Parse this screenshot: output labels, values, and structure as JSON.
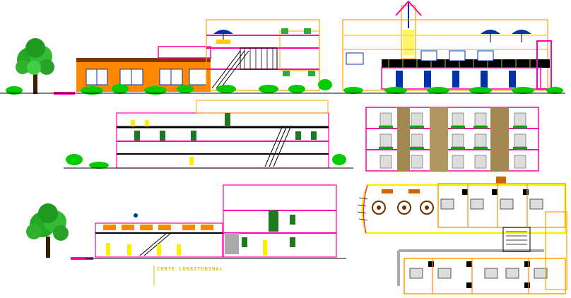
{
  "drawing": {
    "caption": "CORTE LONGITUDINAL",
    "views": [
      "front-elevation",
      "rear-elevation",
      "longitudinal-section",
      "side-elevation",
      "cross-section",
      "floor-plan"
    ]
  },
  "colors": {
    "wall": "#ff00aa",
    "outline": "#ffa000",
    "plant": "#00cc00",
    "tree": "#22aa22",
    "dark": "#000000",
    "accent": "#ffee00",
    "orange_block": "#ff8800",
    "caption": "#d8c400"
  }
}
